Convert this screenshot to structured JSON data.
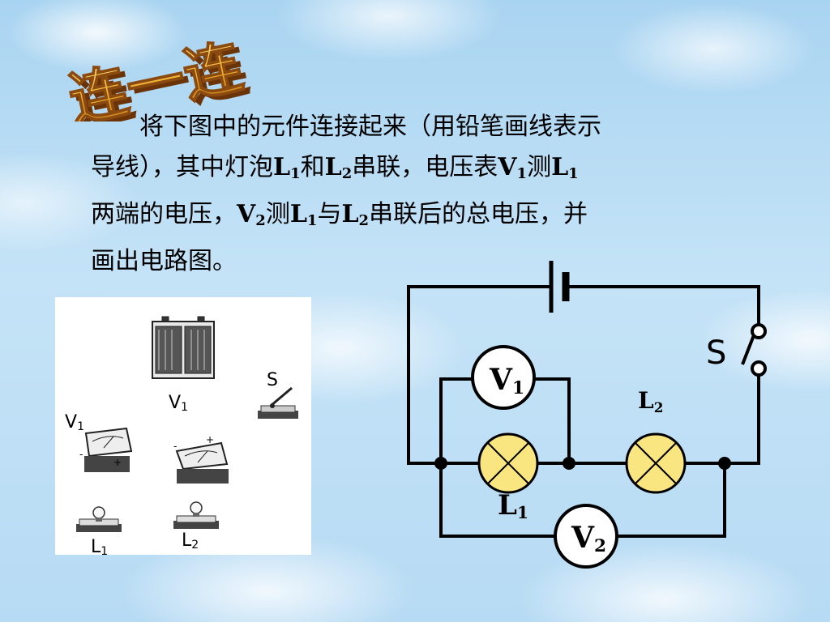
{
  "title": "连一连",
  "paragraph": {
    "l1a": "将下图中的元件连接起来（用铅笔画线表示",
    "l2a": "导线），其中灯泡",
    "l2b": "L",
    "l2c": "1",
    "l2d": "和",
    "l2e": "L",
    "l2f": "2",
    "l2g": "串联，电压表",
    "l2h": "V",
    "l2i": "1",
    "l2j": "测",
    "l2k": "L",
    "l2l": "1",
    "l3a": "两端的电压，",
    "l3b": "V",
    "l3c": "2",
    "l3d": "测",
    "l3e": "L",
    "l3f": "1",
    "l3g": "与",
    "l3h": "L",
    "l3i": "2",
    "l3j": "串联后的总电压，并",
    "l4a": "画出电路图。"
  },
  "components_panel": {
    "switch_label": "S",
    "v1_right_main": "V",
    "v1_right_sub": "1",
    "v1_left_main": "V",
    "v1_left_sub": "1",
    "l1_main": "L",
    "l1_sub": "1",
    "l2_main": "L",
    "l2_sub": "2"
  },
  "circuit": {
    "switch_label": "S",
    "v1_main": "V",
    "v1_sub": "1",
    "v2_main": "V",
    "v2_sub": "2",
    "l1_main": "L",
    "l1_sub": "1",
    "l2_main": "L",
    "l2_sub": "2"
  },
  "colors": {
    "lamp_fill": "#f9e680",
    "wire": "#000000",
    "title_face": "#f0b030",
    "title_side": "#8a4a10"
  }
}
